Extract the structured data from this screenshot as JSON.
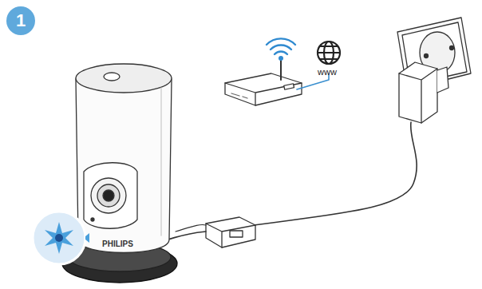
{
  "diagram": {
    "nodes": [
      {
        "text": [
          "1"
        ]
      }
    ],
    "labels": [
      "www",
      "PHILIPS"
    ]
  }
}
